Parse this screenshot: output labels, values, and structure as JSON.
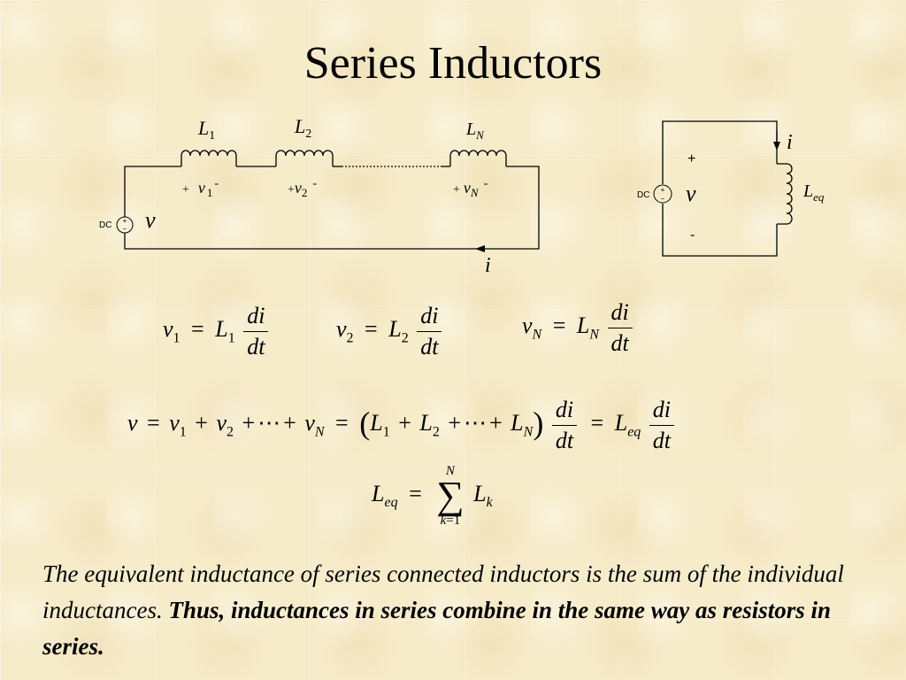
{
  "slide": {
    "title": "Series Inductors"
  },
  "circuit_left": {
    "inductor_labels": [
      {
        "base": "L",
        "sub": "1"
      },
      {
        "base": "L",
        "sub": "2"
      },
      {
        "base": "L",
        "sub": "N"
      }
    ],
    "voltage_labels": [
      {
        "plus": "+",
        "base": "v",
        "sub": "1",
        "minus": "-"
      },
      {
        "plus": "+",
        "base": "v",
        "sub": "2",
        "minus": "-"
      },
      {
        "plus": "+",
        "base": "v",
        "sub": "N",
        "minus": "-"
      }
    ],
    "source_tag": "DC",
    "source_voltage": "v",
    "current": "i"
  },
  "circuit_right": {
    "source_tag": "DC",
    "source_voltage": "v",
    "plus": "+",
    "minus": "-",
    "current": "i",
    "inductor_base": "L",
    "inductor_sub": "eq"
  },
  "equations": {
    "v1": {
      "lhs": "v",
      "lhs_sub": "1",
      "eq": "=",
      "rhs": "L",
      "rhs_sub": "1",
      "num": "di",
      "den": "dt"
    },
    "v2": {
      "lhs": "v",
      "lhs_sub": "2",
      "eq": "=",
      "rhs": "L",
      "rhs_sub": "2",
      "num": "di",
      "den": "dt"
    },
    "vN": {
      "lhs": "v",
      "lhs_sub": "N",
      "eq": "=",
      "rhs": "L",
      "rhs_sub": "N",
      "num": "di",
      "den": "dt"
    },
    "kvl": {
      "v": "v",
      "eq": "=",
      "v1": "v",
      "s1": "1",
      "plus": "+",
      "v2": "v",
      "s2": "2",
      "dots": "⋯",
      "vN": "v",
      "sN": "N",
      "open": "(",
      "L1": "L",
      "L2": "L",
      "LN": "L",
      "close": ")",
      "num": "di",
      "den": "dt",
      "Leq": "L",
      "eqsub": "eq"
    },
    "sum": {
      "lhs": "L",
      "lhs_sub": "eq",
      "eq": "=",
      "upper": "N",
      "sigma": "∑",
      "lower_k": "k",
      "lower_eq": "=",
      "lower_one": "1",
      "term": "L",
      "term_sub": "k"
    }
  },
  "caption": {
    "plain": "The equivalent inductance of series connected inductors is the sum of the individual inductances.",
    "bold": "Thus, inductances in series combine in the same way as resistors in series."
  }
}
